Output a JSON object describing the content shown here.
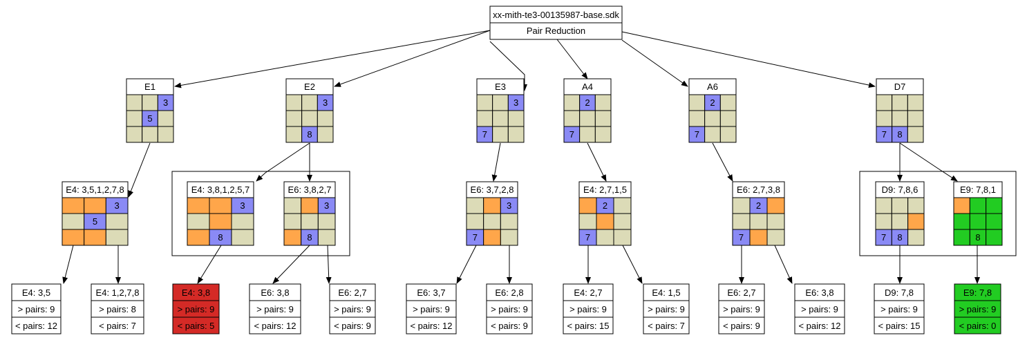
{
  "root": {
    "title": "xx-mith-te3-00135987-base.sdk",
    "subtitle": "Pair Reduction"
  },
  "colors": {
    "cell": "#dcdbb7",
    "given": "#8a8af5",
    "highlight": "#ffa64a",
    "green": "#22cc22",
    "red": "#d42a26",
    "line": "#000000"
  },
  "level1": [
    {
      "label": "E1",
      "cells": [
        [
          "",
          "",
          "3"
        ],
        [
          "",
          "5",
          ""
        ],
        [
          "",
          "",
          ""
        ]
      ],
      "marks": [
        [
          "c",
          "c",
          "b"
        ],
        [
          "c",
          "b",
          "c"
        ],
        [
          "c",
          "c",
          "c"
        ]
      ]
    },
    {
      "label": "E2",
      "cells": [
        [
          "",
          "",
          "3"
        ],
        [
          "",
          "",
          ""
        ],
        [
          "",
          "8",
          ""
        ]
      ],
      "marks": [
        [
          "c",
          "c",
          "b"
        ],
        [
          "c",
          "c",
          "c"
        ],
        [
          "c",
          "b",
          "c"
        ]
      ]
    },
    {
      "label": "E3",
      "cells": [
        [
          "",
          "",
          "3"
        ],
        [
          "",
          "",
          ""
        ],
        [
          "7",
          "",
          ""
        ]
      ],
      "marks": [
        [
          "c",
          "c",
          "b"
        ],
        [
          "c",
          "c",
          "c"
        ],
        [
          "b",
          "c",
          "c"
        ]
      ]
    },
    {
      "label": "A4",
      "cells": [
        [
          "",
          "2",
          ""
        ],
        [
          "",
          "",
          ""
        ],
        [
          "7",
          "",
          ""
        ]
      ],
      "marks": [
        [
          "c",
          "b",
          "c"
        ],
        [
          "c",
          "c",
          "c"
        ],
        [
          "b",
          "c",
          "c"
        ]
      ]
    },
    {
      "label": "A6",
      "cells": [
        [
          "",
          "2",
          ""
        ],
        [
          "",
          "",
          ""
        ],
        [
          "7",
          "",
          ""
        ]
      ],
      "marks": [
        [
          "c",
          "b",
          "c"
        ],
        [
          "c",
          "c",
          "c"
        ],
        [
          "b",
          "c",
          "c"
        ]
      ]
    },
    {
      "label": "D7",
      "cells": [
        [
          "",
          "",
          ""
        ],
        [
          "",
          "",
          ""
        ],
        [
          "7",
          "8",
          ""
        ]
      ],
      "marks": [
        [
          "c",
          "c",
          "c"
        ],
        [
          "c",
          "c",
          "c"
        ],
        [
          "b",
          "b",
          "c"
        ]
      ]
    }
  ],
  "level2": [
    {
      "label": "E4: 3,5,1,2,7,8",
      "cells": [
        [
          "",
          "",
          "3"
        ],
        [
          "",
          "5",
          ""
        ],
        [
          "",
          "",
          ""
        ]
      ],
      "marks": [
        [
          "o",
          "o",
          "b"
        ],
        [
          "c",
          "b",
          "c"
        ],
        [
          "o",
          "o",
          "c"
        ]
      ]
    },
    {
      "label": "E4: 3,8,1,2,5,7",
      "cells": [
        [
          "",
          "",
          "3"
        ],
        [
          "",
          "",
          ""
        ],
        [
          "",
          "8",
          ""
        ]
      ],
      "marks": [
        [
          "o",
          "o",
          "b"
        ],
        [
          "c",
          "o",
          "c"
        ],
        [
          "o",
          "b",
          "c"
        ]
      ]
    },
    {
      "label": "E6: 3,8,2,7",
      "cells": [
        [
          "",
          "",
          "3"
        ],
        [
          "",
          "",
          ""
        ],
        [
          "",
          "8",
          ""
        ]
      ],
      "marks": [
        [
          "c",
          "o",
          "b"
        ],
        [
          "c",
          "c",
          "c"
        ],
        [
          "o",
          "b",
          "c"
        ]
      ]
    },
    {
      "label": "E6: 3,7,2,8",
      "cells": [
        [
          "",
          "",
          "3"
        ],
        [
          "",
          "",
          ""
        ],
        [
          "7",
          "",
          ""
        ]
      ],
      "marks": [
        [
          "c",
          "o",
          "b"
        ],
        [
          "c",
          "c",
          "c"
        ],
        [
          "b",
          "o",
          "c"
        ]
      ]
    },
    {
      "label": "E4: 2,7,1,5",
      "cells": [
        [
          "",
          "2",
          ""
        ],
        [
          "",
          "",
          ""
        ],
        [
          "7",
          "",
          ""
        ]
      ],
      "marks": [
        [
          "o",
          "b",
          "c"
        ],
        [
          "c",
          "o",
          "c"
        ],
        [
          "b",
          "c",
          "c"
        ]
      ]
    },
    {
      "label": "E6: 2,7,3,8",
      "cells": [
        [
          "",
          "2",
          ""
        ],
        [
          "",
          "",
          ""
        ],
        [
          "7",
          "",
          ""
        ]
      ],
      "marks": [
        [
          "c",
          "b",
          "o"
        ],
        [
          "c",
          "c",
          "c"
        ],
        [
          "b",
          "o",
          "c"
        ]
      ]
    },
    {
      "label": "D9: 7,8,6",
      "cells": [
        [
          "",
          "",
          ""
        ],
        [
          "",
          "",
          ""
        ],
        [
          "7",
          "8",
          ""
        ]
      ],
      "marks": [
        [
          "c",
          "c",
          "c"
        ],
        [
          "c",
          "c",
          "o"
        ],
        [
          "b",
          "b",
          "c"
        ]
      ]
    },
    {
      "label": "E9: 7,8,1",
      "cells": [
        [
          "",
          "",
          ""
        ],
        [
          "",
          "",
          ""
        ],
        [
          "",
          "8",
          ""
        ]
      ],
      "marks": [
        [
          "o",
          "g",
          "g"
        ],
        [
          "g",
          "g",
          "g"
        ],
        [
          "g",
          "g",
          "g"
        ]
      ]
    }
  ],
  "level3": [
    {
      "label": "E4: 3,5",
      "gt": "> pairs: 9",
      "lt": "< pairs: 12",
      "fill": "white"
    },
    {
      "label": "E4: 1,2,7,8",
      "gt": "> pairs: 8",
      "lt": "< pairs: 7",
      "fill": "white"
    },
    {
      "label": "E4: 3,8",
      "gt": "> pairs: 9",
      "lt": "< pairs: 5",
      "fill": "red"
    },
    {
      "label": "E6: 3,8",
      "gt": "> pairs: 9",
      "lt": "< pairs: 12",
      "fill": "white"
    },
    {
      "label": "E6: 2,7",
      "gt": "> pairs: 9",
      "lt": "< pairs: 9",
      "fill": "white"
    },
    {
      "label": "E6: 3,7",
      "gt": "> pairs: 9",
      "lt": "< pairs: 12",
      "fill": "white"
    },
    {
      "label": "E6: 2,8",
      "gt": "> pairs: 9",
      "lt": "< pairs: 9",
      "fill": "white"
    },
    {
      "label": "E4: 2,7",
      "gt": "> pairs: 9",
      "lt": "< pairs: 15",
      "fill": "white"
    },
    {
      "label": "E4: 1,5",
      "gt": "> pairs: 9",
      "lt": "< pairs: 7",
      "fill": "white"
    },
    {
      "label": "E6: 2,7",
      "gt": "> pairs: 9",
      "lt": "< pairs: 9",
      "fill": "white"
    },
    {
      "label": "E6: 3,8",
      "gt": "> pairs: 9",
      "lt": "< pairs: 12",
      "fill": "white"
    },
    {
      "label": "D9: 7,8",
      "gt": "> pairs: 9",
      "lt": "< pairs: 15",
      "fill": "white"
    },
    {
      "label": "E9: 7,8",
      "gt": "> pairs: 9",
      "lt": "< pairs: 0",
      "fill": "green"
    }
  ]
}
